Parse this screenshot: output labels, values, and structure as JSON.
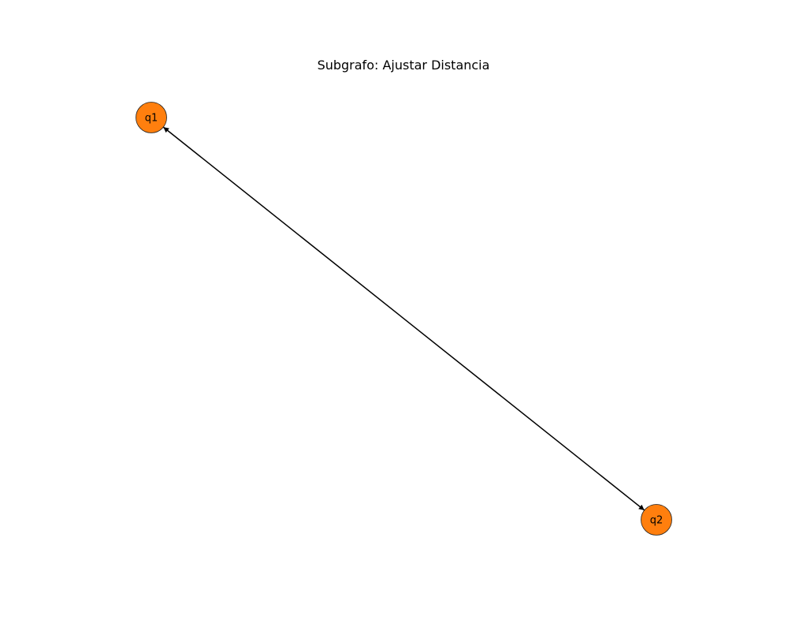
{
  "diagram": {
    "title": "Subgrafo: Ajustar Distancia",
    "node_color": "#ff7f0e",
    "edge_color": "#000000",
    "nodes": [
      {
        "id": "q1",
        "label": "q1"
      },
      {
        "id": "q2",
        "label": "q2"
      }
    ],
    "edges": [
      {
        "from": "q1",
        "to": "q2",
        "arrows": "both"
      }
    ]
  }
}
